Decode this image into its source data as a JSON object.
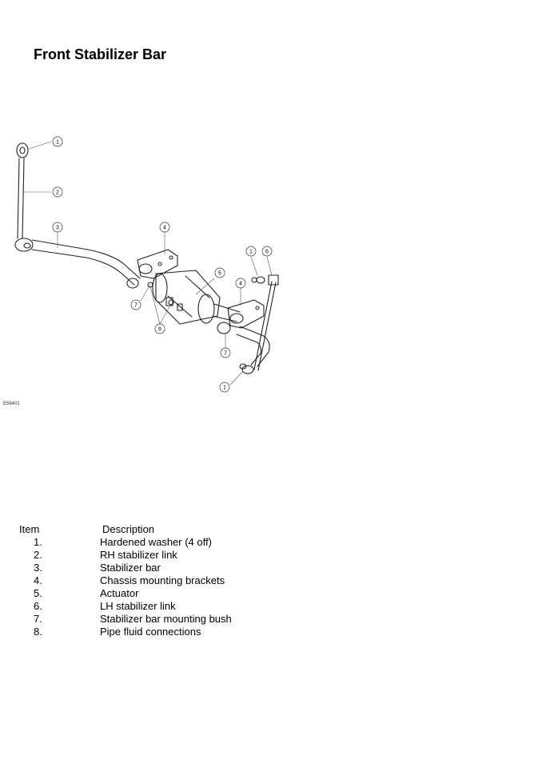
{
  "title": "Front Stabilizer Bar",
  "figure_code": "E56401",
  "callouts": [
    "1",
    "2",
    "3",
    "4",
    "5",
    "1",
    "6",
    "4",
    "7",
    "8",
    "7",
    "1"
  ],
  "table": {
    "header_item": "Item",
    "header_description": "Description",
    "rows": [
      {
        "item": "1.",
        "description": "Hardened washer (4 off)"
      },
      {
        "item": "2.",
        "description": "RH stabilizer link"
      },
      {
        "item": "3.",
        "description": "Stabilizer bar"
      },
      {
        "item": "4.",
        "description": "Chassis mounting brackets"
      },
      {
        "item": "5.",
        "description": "Actuator"
      },
      {
        "item": "6.",
        "description": "LH stabilizer link"
      },
      {
        "item": "7.",
        "description": "Stabilizer bar mounting bush"
      },
      {
        "item": "8.",
        "description": "Pipe fluid connections"
      }
    ]
  }
}
